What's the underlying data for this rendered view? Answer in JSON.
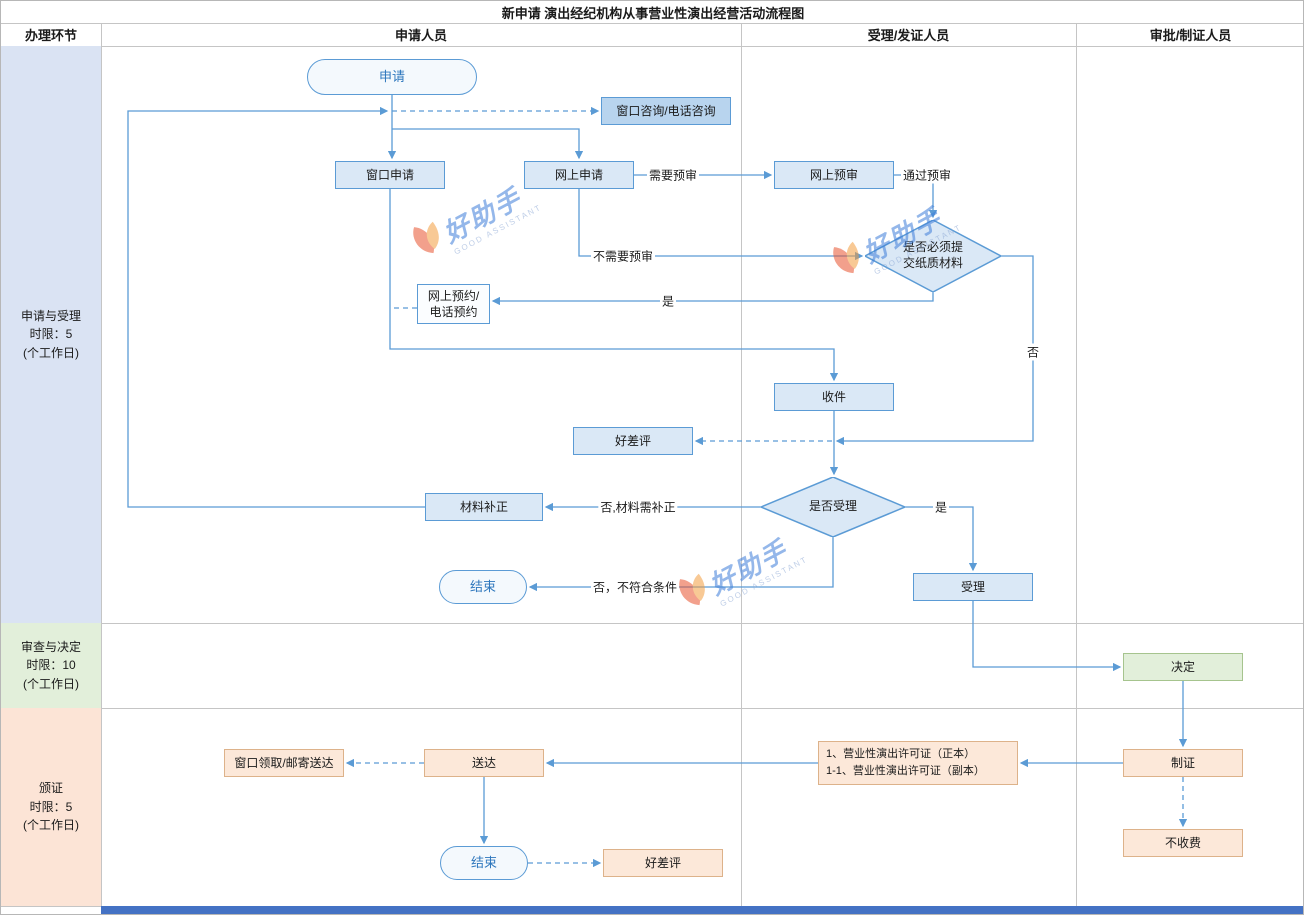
{
  "title": "新申请 演出经纪机构从事营业性演出经营活动流程图",
  "columns": [
    "办理环节",
    "申请人员",
    "受理/发证人员",
    "审批/制证人员"
  ],
  "stages": [
    "申请与受理\n时限：5\n(个工作日)",
    "审查与决定\n时限：10\n(个工作日)",
    "颁证\n时限：5\n(个工作日)"
  ],
  "nodes": {
    "apply": "申请",
    "consult": "窗口咨询/电话咨询",
    "window_apply": "窗口申请",
    "online_apply": "网上申请",
    "online_prereview": "网上预审",
    "paper_decision": "是否必须提\n交纸质材料",
    "appointment": "网上预约/\n电话预约",
    "receive": "收件",
    "review1": "好差评",
    "accept_decision": "是否受理",
    "correction": "材料补正",
    "end1": "结束",
    "accept": "受理",
    "decide": "决定",
    "make_cert": "制证",
    "cert_docs": "1、营业性演出许可证（正本）\n1-1、营业性演出许可证（副本）",
    "deliver": "送达",
    "pickup": "窗口领取/邮寄送达",
    "end2": "结束",
    "review2": "好差评",
    "no_fee": "不收费"
  },
  "edge_labels": [
    "需要预审",
    "通过预审",
    "不需要预审",
    "是",
    "否",
    "否,材料需补正",
    "是",
    "否，不符合条件"
  ],
  "watermark": {
    "brand": "好助手",
    "sub": "GOOD ASSISTANT"
  },
  "colors": {
    "flow_line": "#5b9bd5",
    "node_blue_fill": "#dae8f6",
    "node_blue_deep_fill": "#b8d4ee",
    "node_green_fill": "#e2efda",
    "node_orange_fill": "#fce8d9",
    "lane_blue": "#dae3f3",
    "lane_green": "#e2efda",
    "lane_orange": "#fce4d6",
    "bottom_bar": "#4472c4"
  }
}
